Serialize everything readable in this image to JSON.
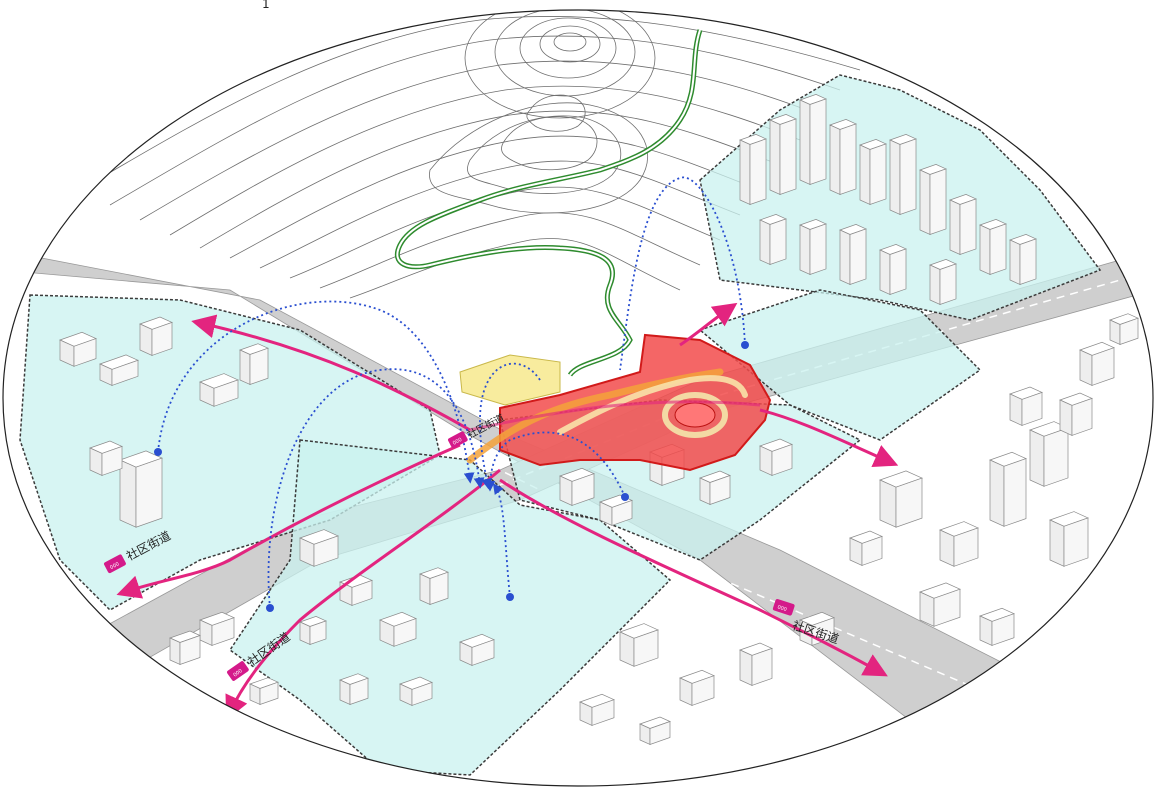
{
  "diagram": {
    "top_text": "1",
    "street_label": "社区街道",
    "badge_text": "000",
    "colors": {
      "hill_line": "#6e6e6e",
      "trail": "#2e8b2e",
      "community_zone": "#c9f1ef",
      "community_edge": "#3a3a3a",
      "site_core": "#f24b4b",
      "site_core_edge": "#d11a1a",
      "yellow_block": "#f8ec9e",
      "orange_route": "#f3a23a",
      "pink_route": "#e3247f",
      "blue_link": "#2a4fd0",
      "road": "#cfcfcf",
      "building": "#ffffff",
      "building_edge": "#8a8a8a"
    }
  }
}
